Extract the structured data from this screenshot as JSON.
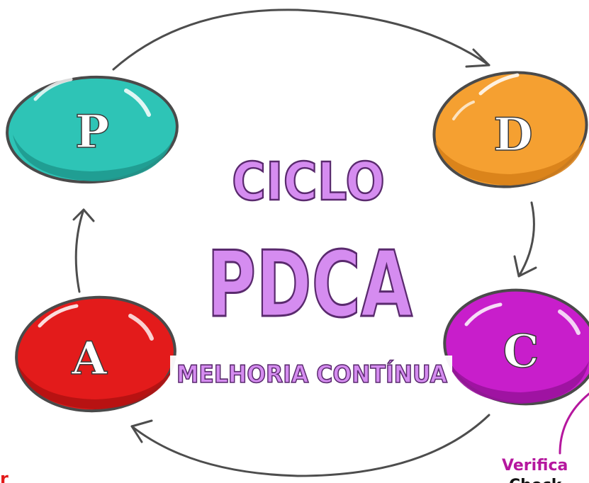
{
  "title": {
    "line1": "CICLO",
    "line2": "PDCA",
    "subtitle": "MELHORIA CONTÍNUA"
  },
  "nodes": [
    {
      "id": "p",
      "letter": "P",
      "color": "#2ec4b6",
      "dark": "#1f9a8f"
    },
    {
      "id": "d",
      "letter": "D",
      "color": "#f5a031",
      "dark": "#d8811a"
    },
    {
      "id": "c",
      "letter": "C",
      "color": "#c81ecb",
      "dark": "#9a129d"
    },
    {
      "id": "a",
      "letter": "A",
      "color": "#e31b1b",
      "dark": "#b31212"
    }
  ],
  "side_labels": {
    "verificar": "Verifica",
    "check": "Check",
    "agir_fragment": "r"
  },
  "colors": {
    "title_fill": "#d58cf0",
    "title_stroke": "#5a2a6e",
    "outline": "#4a4a4a",
    "arrow": "#4d4d4d",
    "verificar": "#b5179e",
    "agir": "#e31b1b"
  }
}
